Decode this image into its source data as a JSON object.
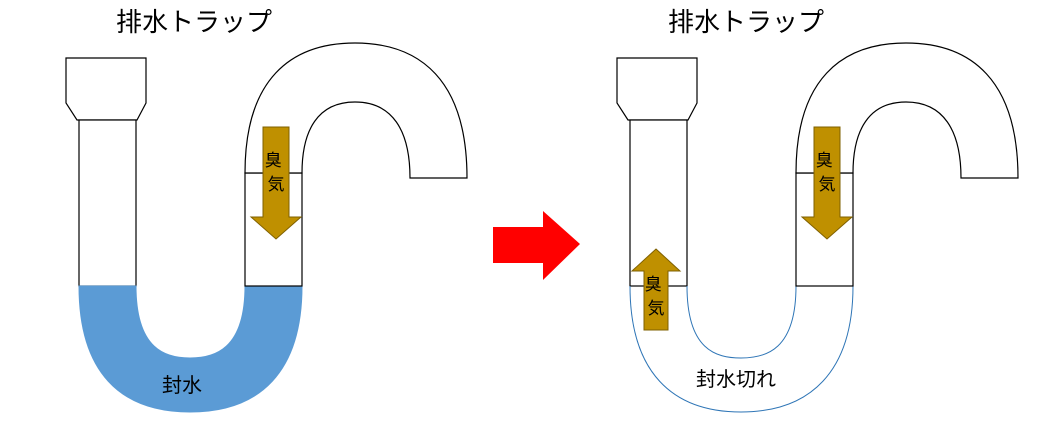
{
  "left_panel": {
    "title": "排水トラップ",
    "water_label": "封水",
    "odor_label": "臭\n気"
  },
  "right_panel": {
    "title": "排水トラップ",
    "water_label": "封水切れ",
    "odor_label_down": "臭\n気",
    "odor_label_up": "臭\n気"
  },
  "colors": {
    "water": "#5b9bd5",
    "odor_arrow": "#bf9000",
    "odor_arrow_stroke": "#7f6000",
    "transition_arrow": "#ff0000",
    "pipe_stroke": "#000000",
    "empty_trap_stroke": "#2e75b6"
  },
  "icons": {
    "transition": "red-right-arrow-icon",
    "odor_down": "down-arrow-icon",
    "odor_up": "up-arrow-icon"
  }
}
